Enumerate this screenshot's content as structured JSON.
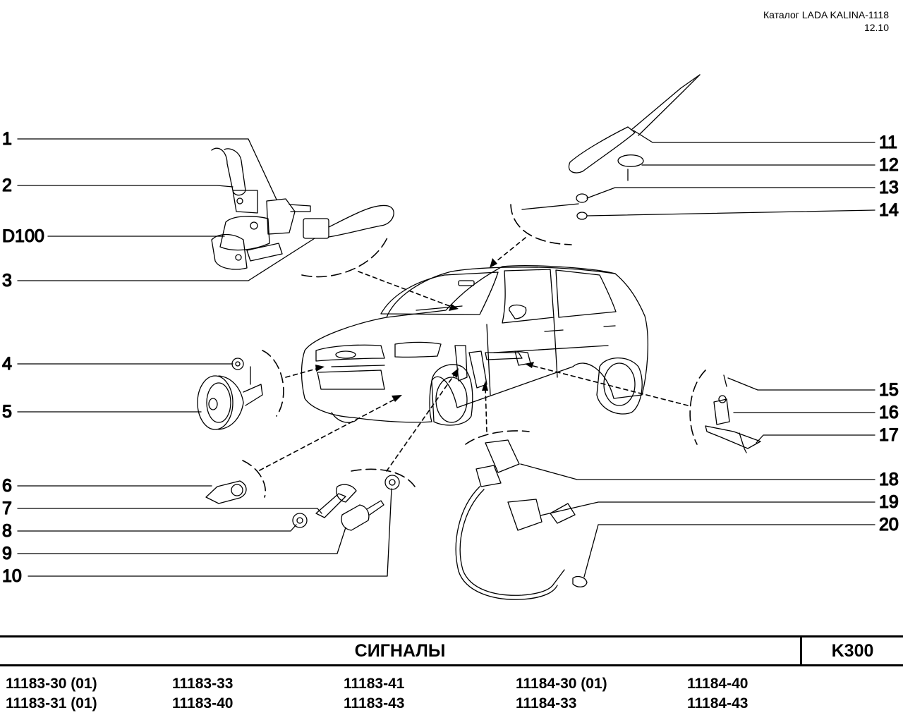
{
  "header": {
    "catalog": "Каталог LADA KALINA-1118",
    "date": "12.10"
  },
  "callouts": {
    "c1": "1",
    "c2": "2",
    "d100": "D100",
    "c3": "3",
    "c4": "4",
    "c5": "5",
    "c6": "6",
    "c7": "7",
    "c8": "8",
    "c9": "9",
    "c10": "10",
    "c11": "11",
    "c12": "12",
    "c13": "13",
    "c14": "14",
    "c15": "15",
    "c16": "16",
    "c17": "17",
    "c18": "18",
    "c19": "19",
    "c20": "20"
  },
  "footer": {
    "title": "СИГНАЛЫ",
    "code": "K300"
  },
  "models": [
    [
      "11183-30 (01)",
      "11183-31 (01)"
    ],
    [
      "11183-33",
      "11183-40"
    ],
    [
      "11183-41",
      "11183-43"
    ],
    [
      "11184-30 (01)",
      "11184-33"
    ],
    [
      "11184-40",
      "11184-43"
    ]
  ]
}
